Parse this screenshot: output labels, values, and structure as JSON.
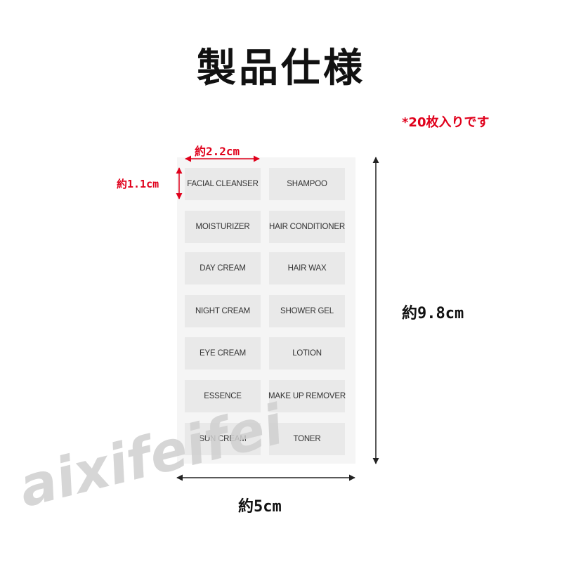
{
  "title": "製品仕様",
  "note": "*20枚入りです",
  "dimensions": {
    "label_width": "約2.2cm",
    "label_height": "約1.1cm",
    "sheet_height": "約9.8cm",
    "sheet_width": "約5cm"
  },
  "labels_left": [
    "FACIAL CLEANSER",
    "MOISTURIZER",
    "DAY CREAM",
    "NIGHT CREAM",
    "EYE CREAM",
    "ESSENCE",
    "SUN CREAM"
  ],
  "labels_right": [
    "SHAMPOO",
    "HAIR CONDITIONER",
    "HAIR WAX",
    "SHOWER GEL",
    "LOTION",
    "MAKE UP REMOVER",
    "TONER"
  ],
  "watermark": "aixifeifei",
  "colors": {
    "accent": "#e0001b",
    "text": "#111111"
  }
}
